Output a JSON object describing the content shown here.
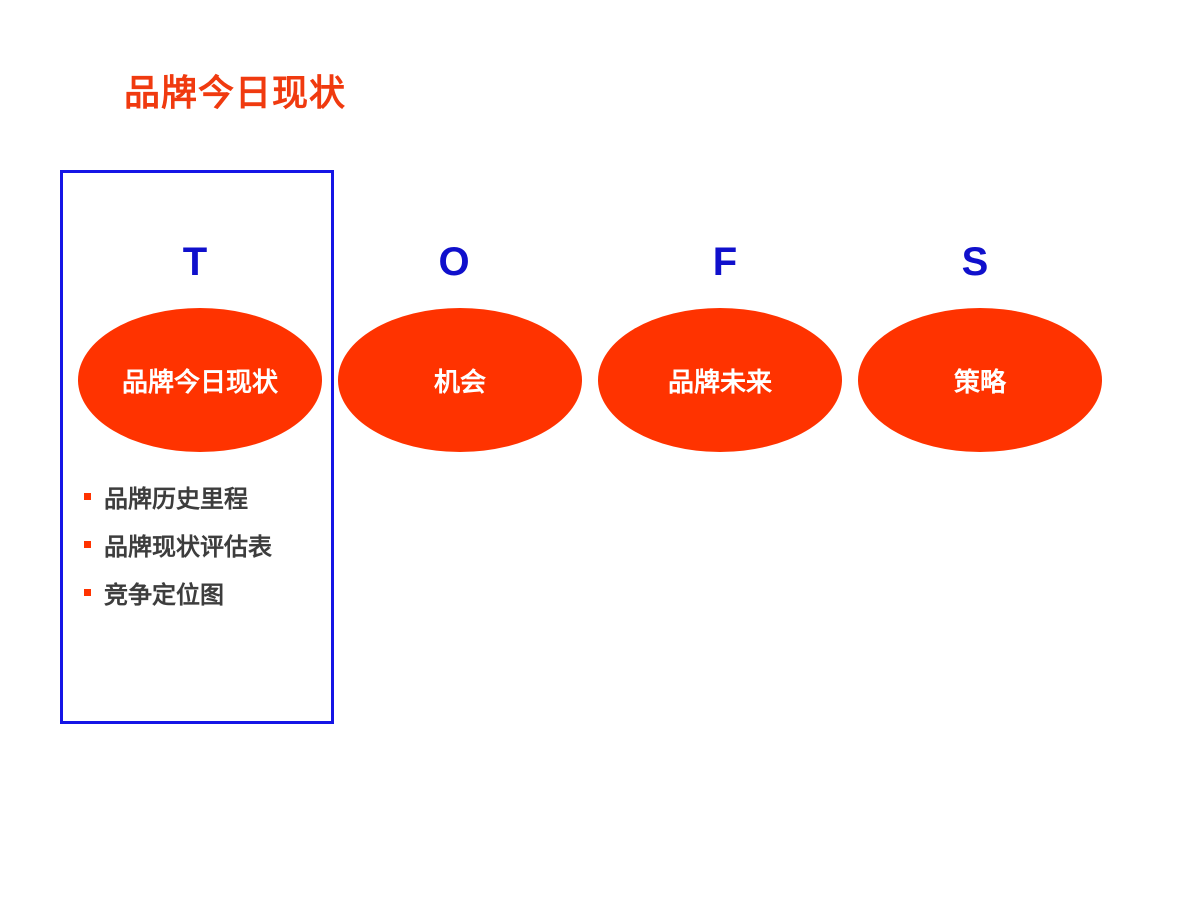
{
  "page": {
    "title": "品牌今日现状"
  },
  "stages": [
    {
      "letter": "T",
      "label": "品牌今日现状"
    },
    {
      "letter": "O",
      "label": "机会"
    },
    {
      "letter": "F",
      "label": "品牌未来"
    },
    {
      "letter": "S",
      "label": "策略"
    }
  ],
  "highlight": {
    "items": [
      "品牌历史里程",
      "品牌现状评估表",
      "竞争定位图"
    ]
  },
  "colors": {
    "title": "#f03a0f",
    "ellipse_fill": "#ff3300",
    "letter": "#1010cc",
    "highlight_border": "#1515e6",
    "bullet_text": "#3d3d3d"
  }
}
